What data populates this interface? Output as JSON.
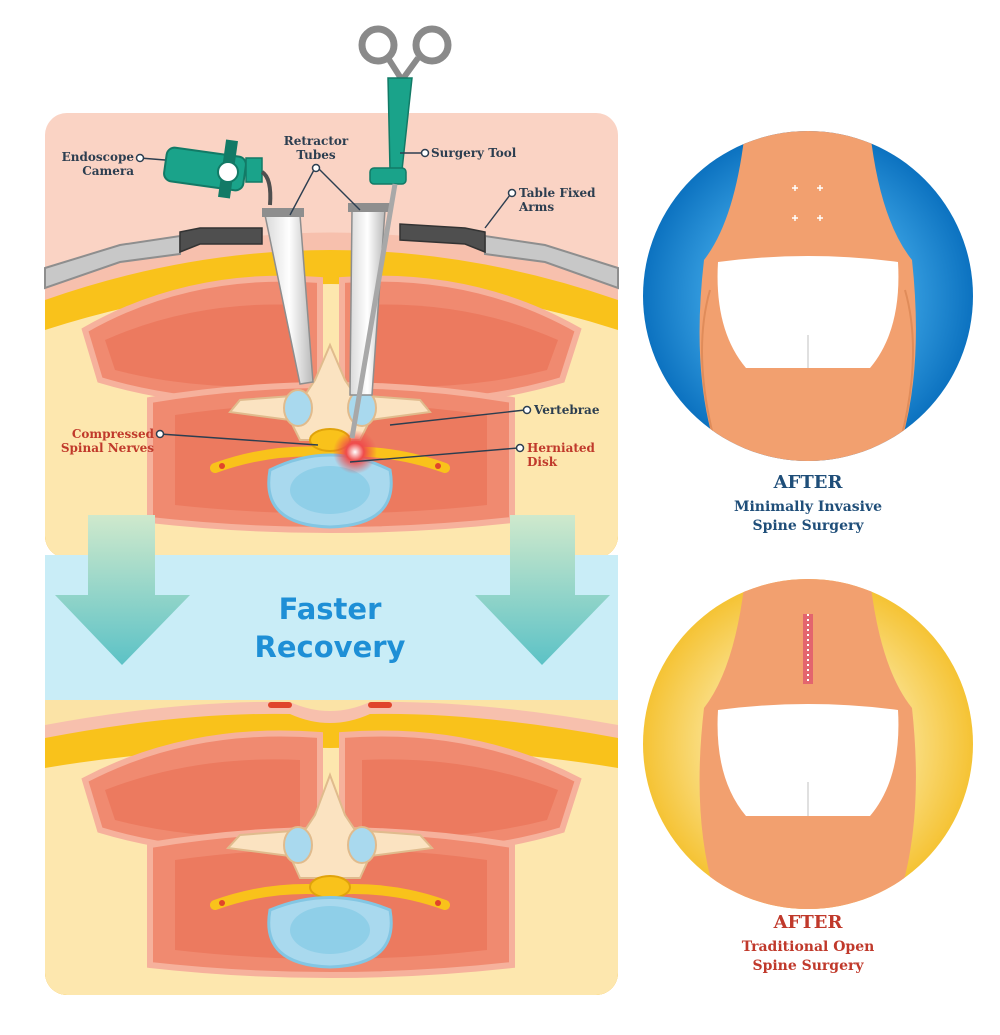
{
  "labels": {
    "endoscope": "Endoscope",
    "camera": "Camera",
    "retractor_line1": "Retractor",
    "retractor_line2": "Tubes",
    "surgery_tool": "Surgery Tool",
    "table_fixed_line1": "Table Fixed",
    "table_fixed_line2": "Arms",
    "compressed_line1": "Compressed",
    "compressed_line2": "Spinal Nerves",
    "vertebrae": "Vertebrae",
    "herniated_line1": "Herniated",
    "herniated_line2": "Disk"
  },
  "center": {
    "line1": "Faster",
    "line2": "Recovery"
  },
  "captions": {
    "minimally": {
      "heading": "AFTER",
      "line1": "Minimally Invasive",
      "line2": "Spine Surgery",
      "color": "#1f4e79"
    },
    "traditional": {
      "heading": "AFTER",
      "line1": "Traditional Open",
      "line2": "Spine Surgery",
      "color": "#c0392b"
    }
  },
  "colors": {
    "peach_bg": "#fad3c4",
    "cream_bg": "#fbe3a6",
    "blue_band": "#c9edf7",
    "skin": "#f2a06f",
    "muscle": "#f08a70",
    "fat": "#f9c21b",
    "accent_blue": "#1e8fd6",
    "teal_tool": "#1aa38a"
  }
}
